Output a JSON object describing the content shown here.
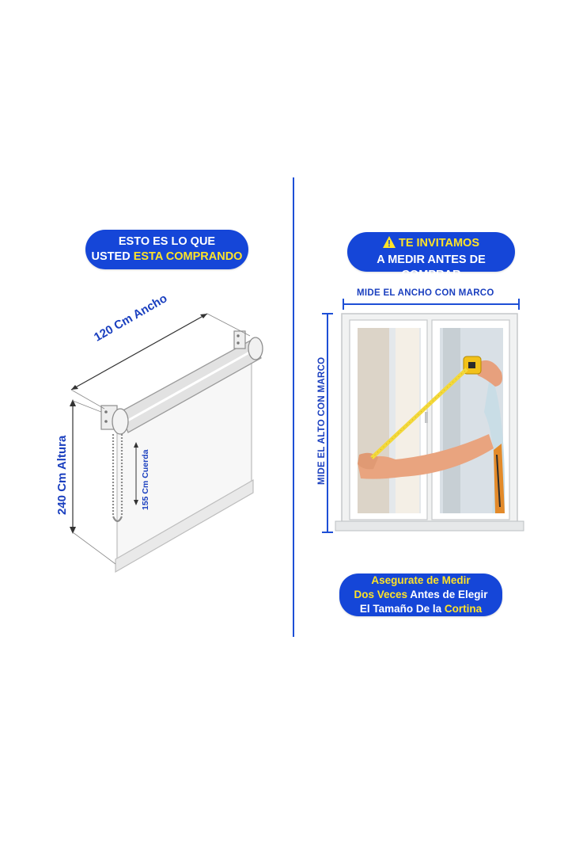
{
  "left_badge": {
    "line1": "ESTO ES LO QUE",
    "line2_a": "USTED ",
    "line2_b": "ESTA COMPRANDO"
  },
  "right_badge": {
    "line1": "TE INVITAMOS",
    "line2": "A MEDIR ANTES DE COMPRAR"
  },
  "blind": {
    "width_label": "120 Cm Ancho",
    "height_label": "240 Cm Altura",
    "cord_label": "155 Cm Cuerda"
  },
  "window": {
    "width_label": "MIDE EL ANCHO CON MARCO",
    "height_label": "MIDE EL ALTO CON MARCO"
  },
  "bottom_badge": {
    "l1_a": "Asegurate de ",
    "l1_b": "Medir",
    "l2_a": "Dos Veces",
    "l2_b": " Antes de Elegir",
    "l3_a": "El Tamaño De la ",
    "l3_b": "Cortina"
  },
  "colors": {
    "brand_blue": "#1546d8",
    "accent_yellow": "#ffe327",
    "label_blue": "#1a3fbf"
  }
}
